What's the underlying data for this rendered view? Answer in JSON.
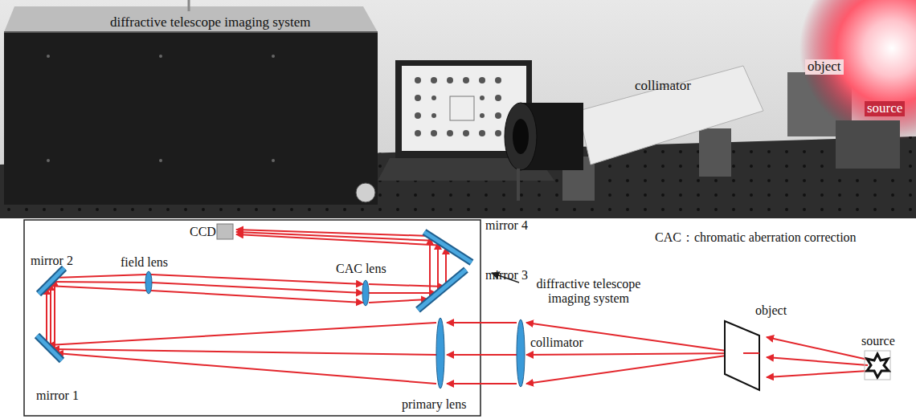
{
  "diagram": {
    "labels": [
      "diffractive telescope imaging system",
      "collimator",
      "object",
      "source",
      "CCD",
      "mirror 4",
      "CAC：chromatic aberration correction",
      "mirror 2",
      "field lens",
      "CAC lens",
      "mirror 3",
      "diffractive telescope imaging system",
      "mirror 1",
      "collimator",
      "primary lens",
      "object",
      "source"
    ]
  }
}
